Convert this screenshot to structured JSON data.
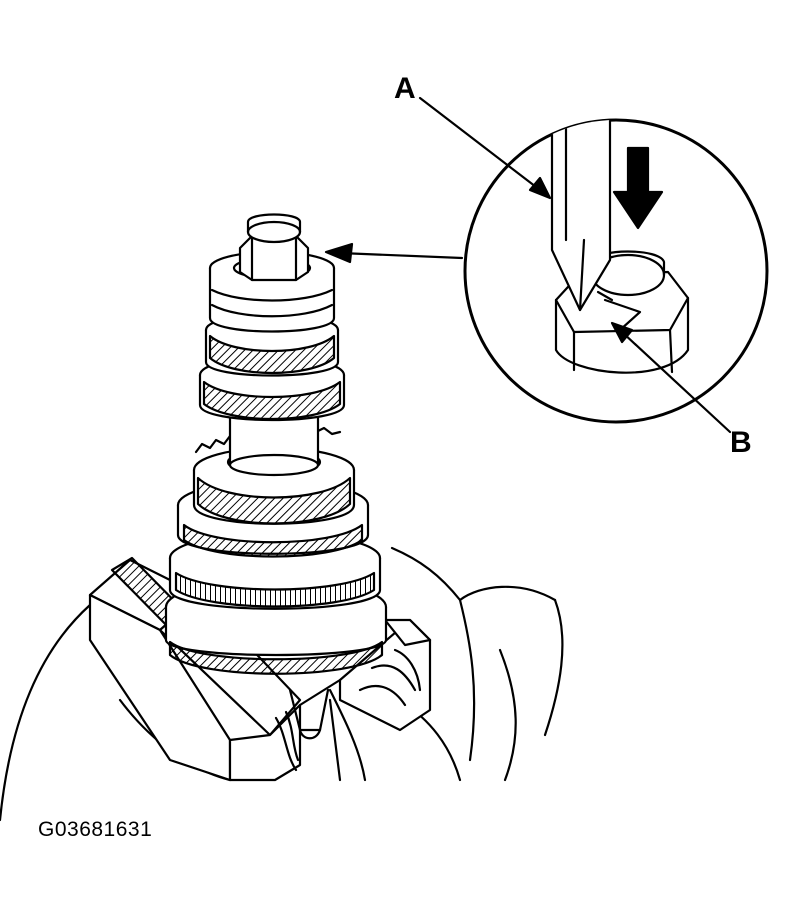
{
  "diagram": {
    "callouts": [
      {
        "id": "A",
        "label": "A"
      },
      {
        "id": "B",
        "label": "B"
      }
    ],
    "figure_id": "G03681631",
    "colors": {
      "line": "#000000",
      "background": "#ffffff"
    }
  }
}
